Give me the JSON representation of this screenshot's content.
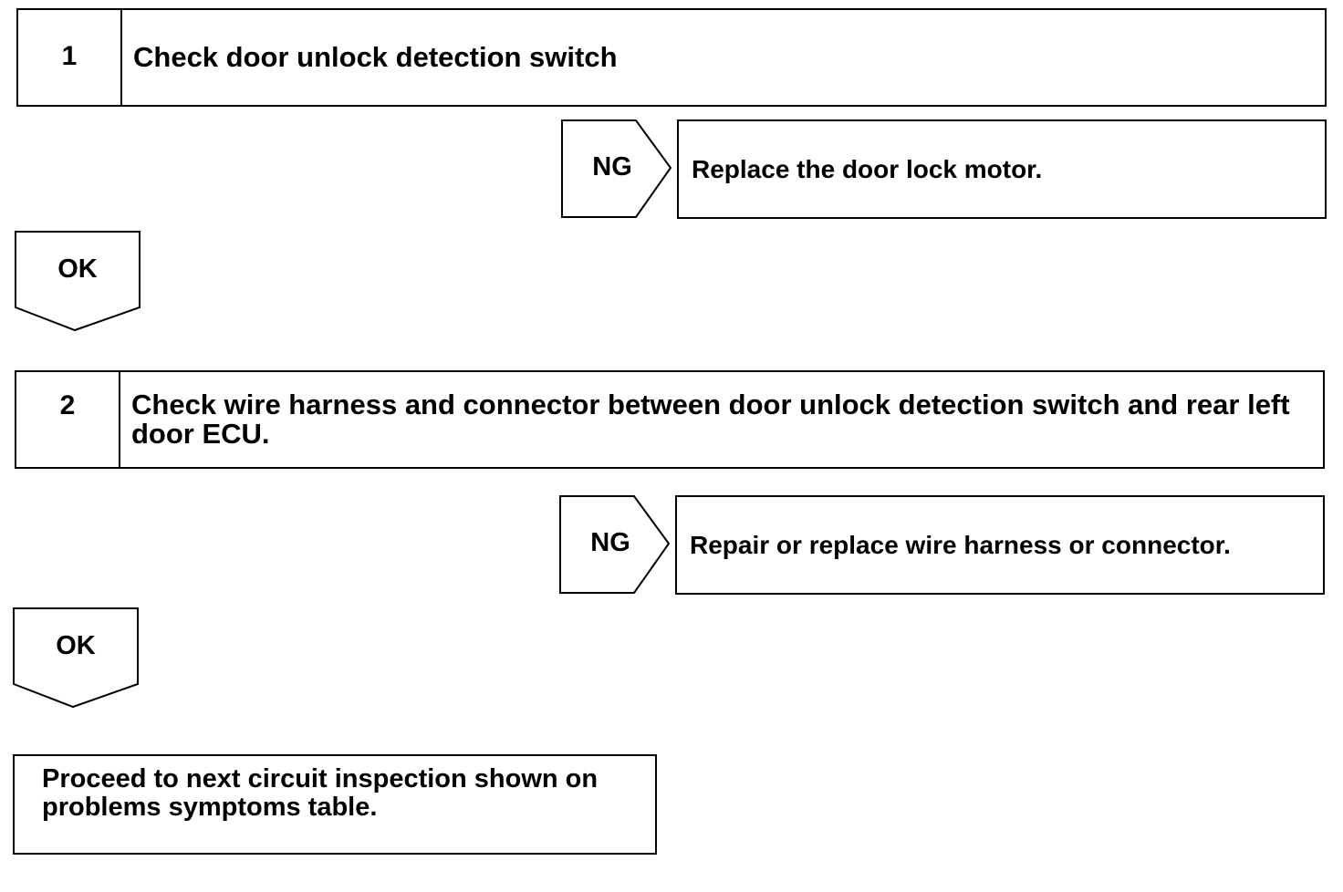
{
  "steps": [
    {
      "number": "1",
      "text": "Check door unlock detection switch"
    },
    {
      "number": "2",
      "text": "Check wire harness and connector between door unlock detection switch and rear left door ECU."
    }
  ],
  "ng_branches": [
    {
      "label": "NG",
      "result": "Replace the door lock motor."
    },
    {
      "label": "NG",
      "result": "Repair or replace wire harness or connector."
    }
  ],
  "ok_labels": [
    "OK",
    "OK"
  ],
  "final": {
    "text": "Proceed to next circuit inspection shown on problems symptoms table."
  }
}
